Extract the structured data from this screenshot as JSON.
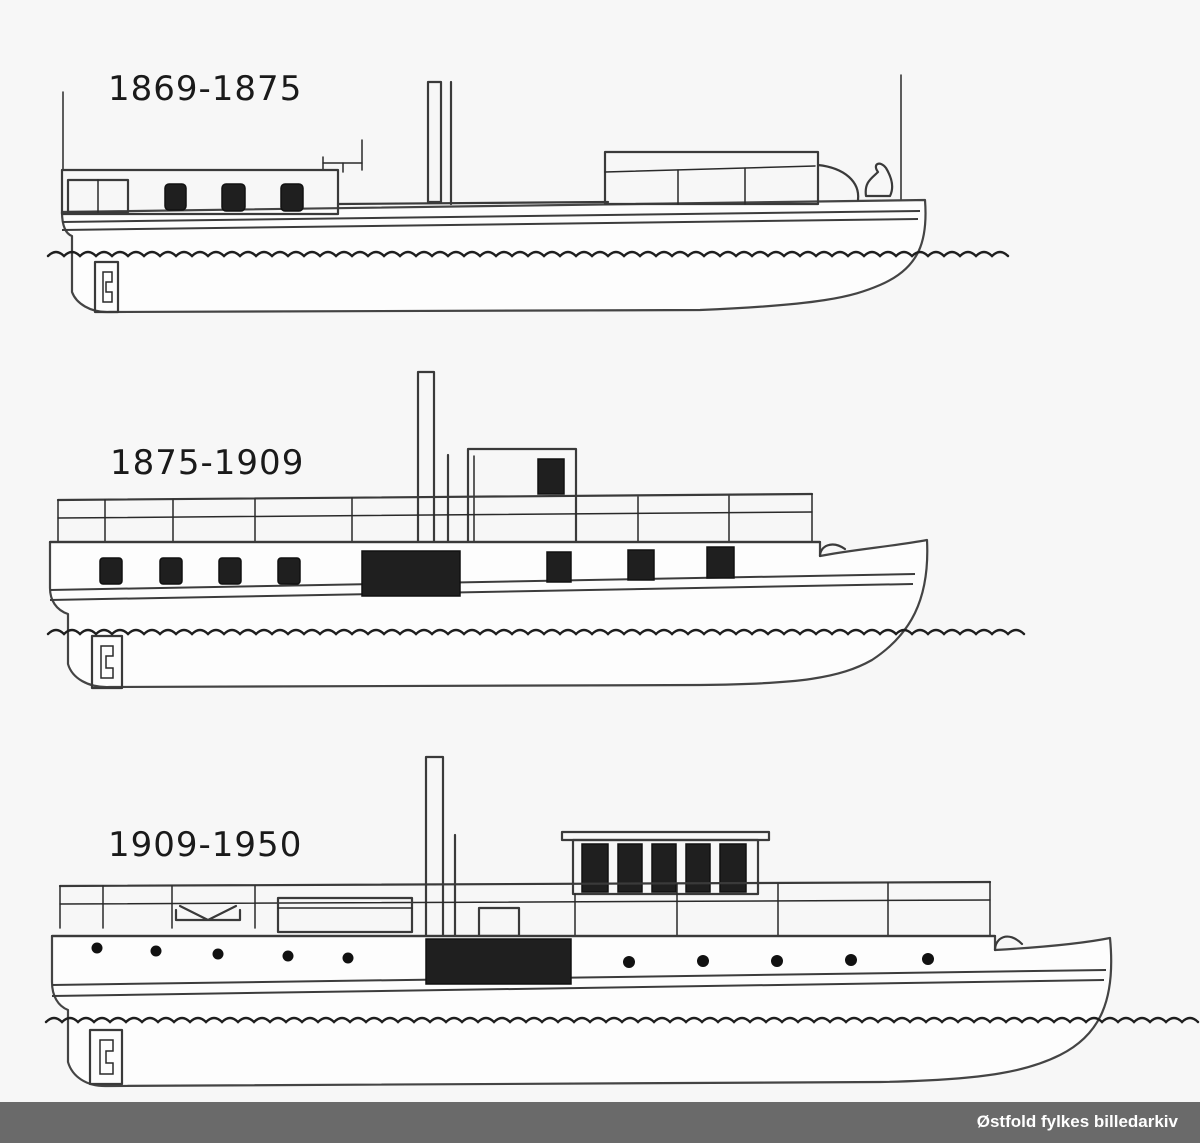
{
  "diagram": {
    "periods": [
      {
        "label": "1869-1875"
      },
      {
        "label": "1875-1909"
      },
      {
        "label": "1909-1950"
      }
    ]
  },
  "footer": {
    "credit": "Østfold fylkes billedarkiv"
  }
}
